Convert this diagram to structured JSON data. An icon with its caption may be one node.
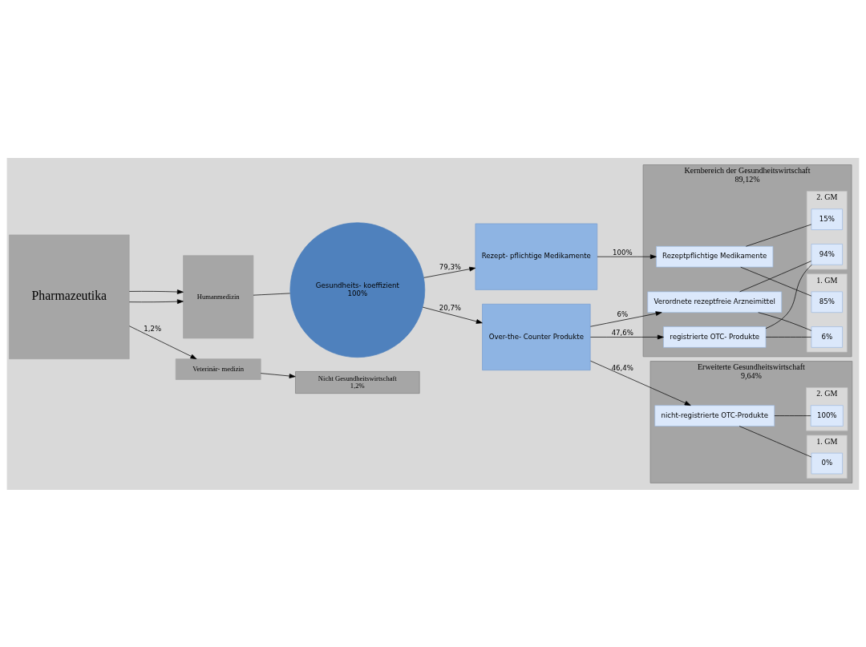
{
  "diagram": {
    "nodes": [
      {
        "text": [
          "Pharmazeutika"
        ]
      },
      {
        "text": [
          "Humanmedizin"
        ]
      },
      {
        "text": [
          "Gesundheits- koeffizient",
          "100%"
        ]
      },
      {
        "text": [
          "Rezept- pflichtige Medikamente"
        ]
      },
      {
        "text": [
          "Over-the- Counter Produkte"
        ]
      },
      {
        "text": [
          "Veterinär- medizin"
        ]
      },
      {
        "text": [
          "Kernbereich der Gesundheitswirtschaft",
          "89,12%"
        ]
      },
      {
        "text": [
          "1. GM"
        ],
        "in": 6
      },
      {
        "text": [
          "2. GM"
        ],
        "in": 6
      },
      {
        "text": [
          "Rezeptpflichtige Medikamente"
        ],
        "in": 6
      },
      {
        "text": [
          "85%"
        ],
        "in": 7
      },
      {
        "text": [
          "15%"
        ],
        "in": 8
      },
      {
        "text": [
          "Verordnete rezeptfreie Arzneimittel"
        ],
        "in": 6
      },
      {
        "text": [
          "registrierte OTC- Produkte"
        ],
        "in": 6
      },
      {
        "text": [
          "6%"
        ],
        "in": 7
      },
      {
        "text": [
          "94%"
        ],
        "in": 8
      },
      {
        "text": [
          "Erweiterte Gesundheitswirtschaft",
          "9,64%"
        ]
      },
      {
        "text": [
          "1. GM"
        ],
        "in": 16
      },
      {
        "text": [
          "2. GM"
        ],
        "in": 16
      },
      {
        "text": [
          "nicht-registrierte OTC-Produkte"
        ],
        "in": 16
      },
      {
        "text": [
          "0%"
        ],
        "in": 17
      },
      {
        "text": [
          "100%"
        ],
        "in": 18
      },
      {
        "text": [
          "Nicht Gesundheitswirtschaft",
          "1,2%"
        ]
      }
    ],
    "edges": [
      {
        "from": 0,
        "to": 1,
        "arrow": "to"
      },
      {
        "from": 0,
        "to": 1,
        "arrow": "to"
      },
      {
        "from": 1,
        "to": 2,
        "arrow": "none"
      },
      {
        "from": 2,
        "to": 3,
        "arrow": "to",
        "label": "79,3%"
      },
      {
        "from": 2,
        "to": 4,
        "arrow": "to",
        "label": "20,7%"
      },
      {
        "from": 3,
        "to": 9,
        "arrow": "to",
        "label": "100%"
      },
      {
        "from": 4,
        "to": 12,
        "arrow": "to",
        "label": "6%"
      },
      {
        "from": 4,
        "to": 13,
        "arrow": "to",
        "label": "47,6%"
      },
      {
        "from": 4,
        "to": 19,
        "arrow": "to",
        "label": "46,4%"
      },
      {
        "from": 0,
        "to": 5,
        "arrow": "to",
        "label": "1,2%"
      },
      {
        "from": 5,
        "to": 22,
        "arrow": "to"
      },
      {
        "from": 9,
        "to": 10,
        "arrow": "none"
      },
      {
        "from": 9,
        "to": 11,
        "arrow": "none"
      },
      {
        "from": 12,
        "to": 14,
        "arrow": "none"
      },
      {
        "from": 12,
        "to": 15,
        "arrow": "none"
      },
      {
        "from": 13,
        "to": 14,
        "arrow": "none"
      },
      {
        "from": 13,
        "to": 15,
        "arrow": "none"
      },
      {
        "from": 19,
        "to": 20,
        "arrow": "none"
      },
      {
        "from": 19,
        "to": 21,
        "arrow": "none"
      }
    ]
  }
}
